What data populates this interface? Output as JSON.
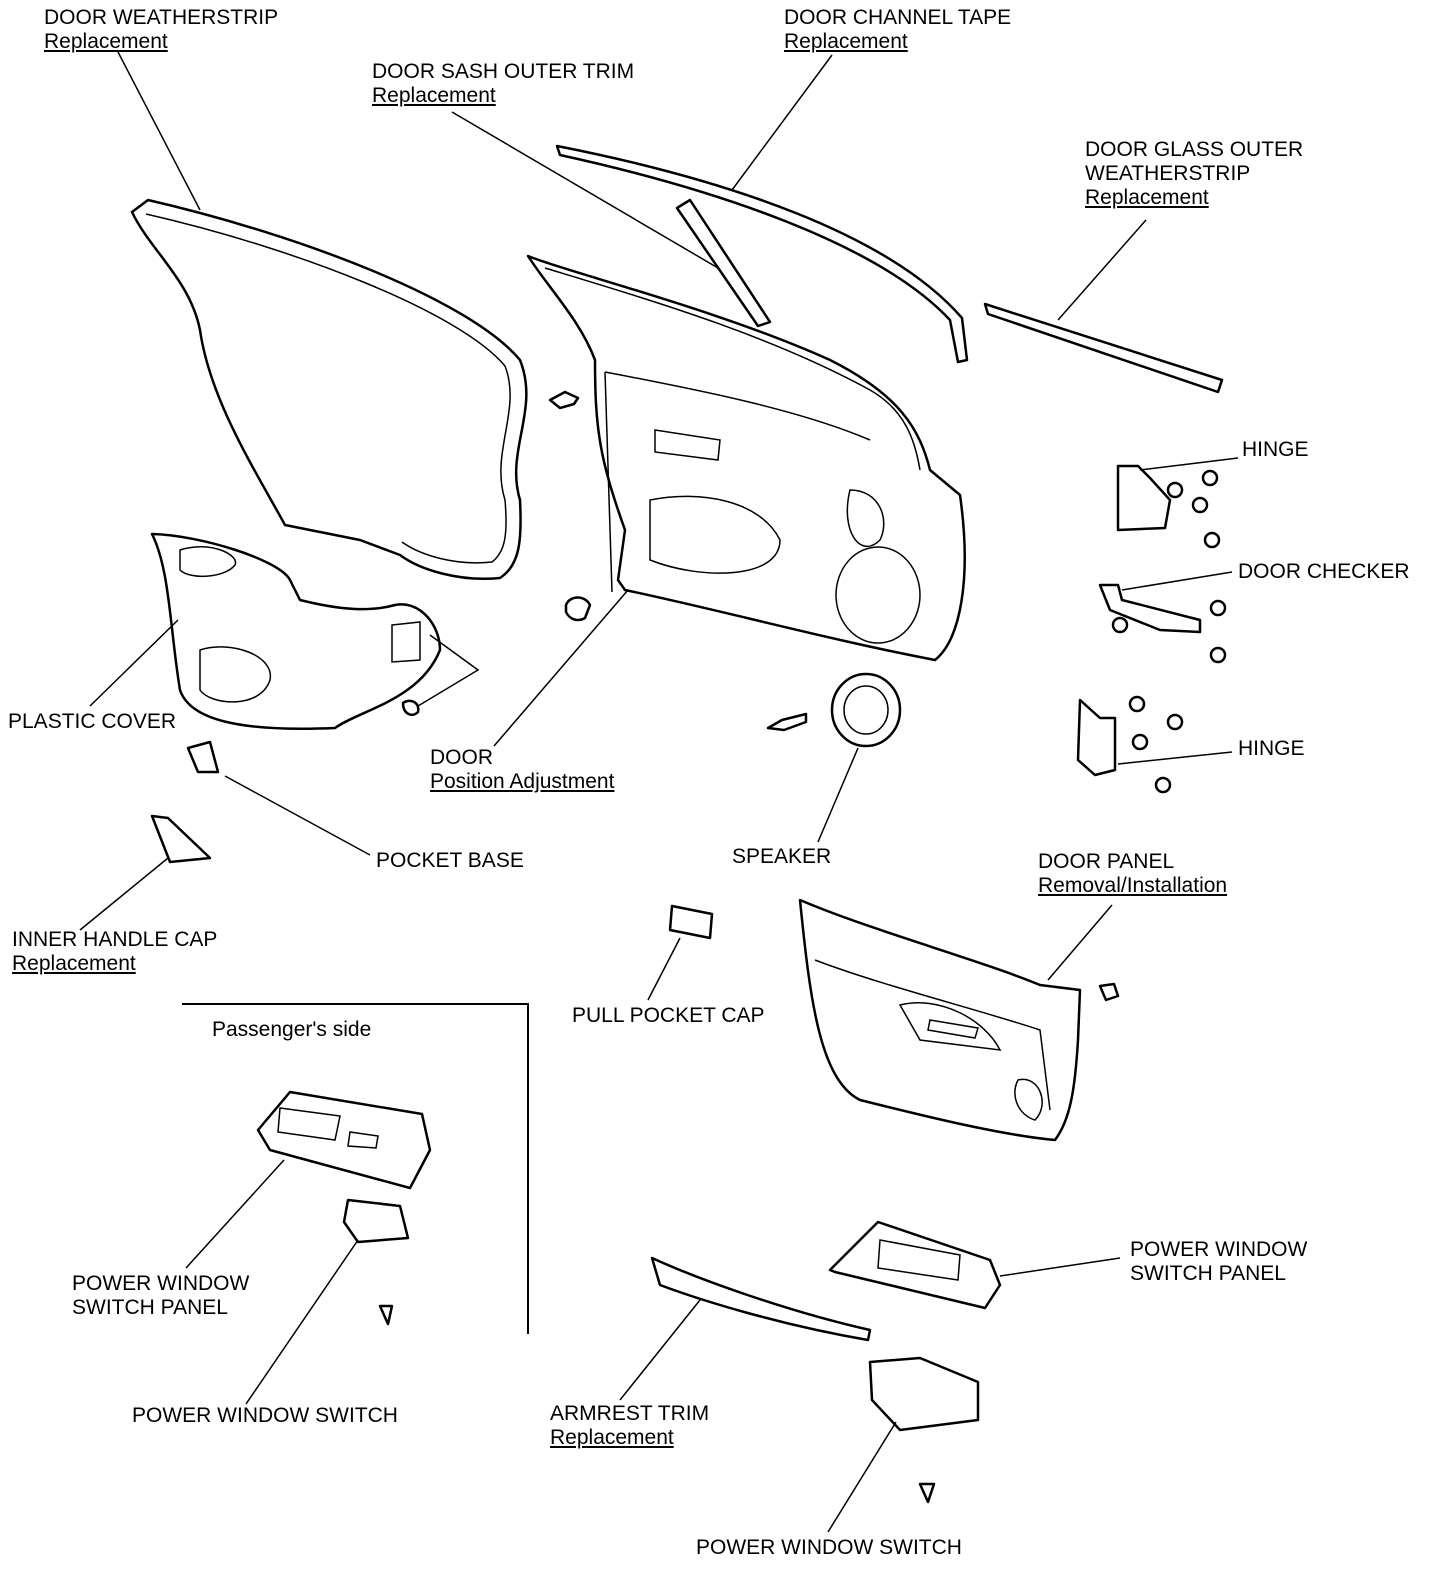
{
  "labels": {
    "door_weatherstrip": {
      "title": "DOOR WEATHERSTRIP",
      "link": "Replacement"
    },
    "door_sash_outer_trim": {
      "title": "DOOR SASH OUTER TRIM",
      "link": "Replacement"
    },
    "door_channel_tape": {
      "title": "DOOR CHANNEL TAPE",
      "link": "Replacement"
    },
    "door_glass_outer_weatherstrip": {
      "title_line1": "DOOR GLASS OUTER",
      "title_line2": "WEATHERSTRIP",
      "link": "Replacement"
    },
    "hinge_upper": "HINGE",
    "door_checker": "DOOR CHECKER",
    "hinge_lower": "HINGE",
    "plastic_cover": "PLASTIC COVER",
    "door": {
      "title": "DOOR",
      "link": "Position Adjustment"
    },
    "pocket_base": "POCKET BASE",
    "speaker": "SPEAKER",
    "inner_handle_cap": {
      "title": "INNER HANDLE CAP",
      "link": "Replacement"
    },
    "door_panel": {
      "title": "DOOR PANEL",
      "link": "Removal/Installation"
    },
    "pull_pocket_cap": "PULL POCKET CAP",
    "passengers_side": "Passenger's side",
    "pw_switch_panel_pass": {
      "line1": "POWER WINDOW",
      "line2": "SWITCH PANEL"
    },
    "pw_switch_pass": "POWER WINDOW SWITCH",
    "pw_switch_panel_drv": {
      "line1": "POWER WINDOW",
      "line2": "SWITCH PANEL"
    },
    "armrest_trim": {
      "title": "ARMREST TRIM",
      "link": "Replacement"
    },
    "pw_switch_drv": "POWER WINDOW SWITCH"
  }
}
